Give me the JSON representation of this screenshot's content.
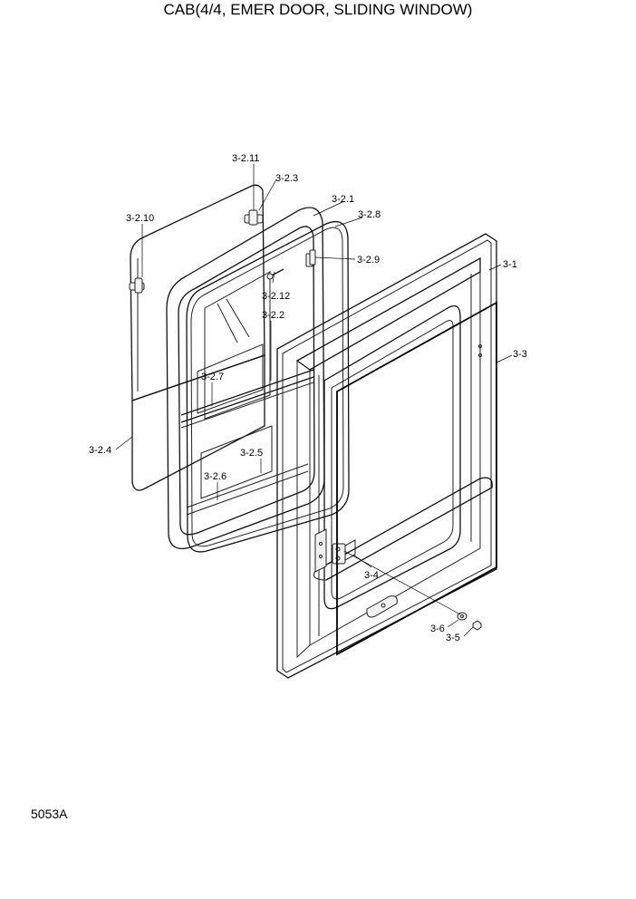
{
  "title": "CAB(4/4, EMER DOOR, SLIDING WINDOW)",
  "drawing_code": "5053A",
  "labels": {
    "p3_2_11": "3-2.11",
    "p3_2_3": "3-2.3",
    "p3_2_1": "3-2.1",
    "p3_2_10": "3-2.10",
    "p3_2_8": "3-2.8",
    "p3_2_9": "3-2.9",
    "p3_1": "3-1",
    "p3_2_12": "3-2.12",
    "p3_2_2": "3-2.2",
    "p3_3": "3-3",
    "p3_2_7": "3-2.7",
    "p3_2_4": "3-2.4",
    "p3_2_5": "3-2.5",
    "p3_2_6": "3-2.6",
    "p3_4": "3-4",
    "p3_6": "3-6",
    "p3_5": "3-5"
  }
}
